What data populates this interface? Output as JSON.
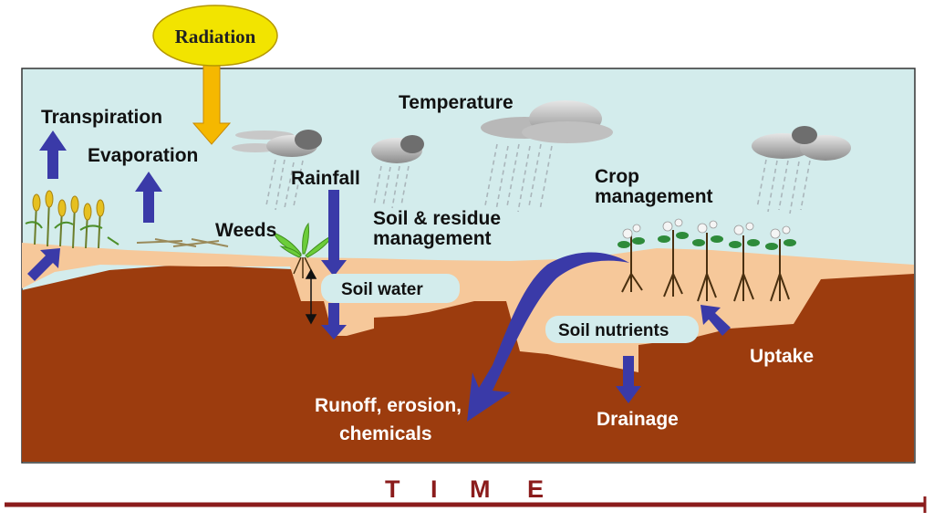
{
  "labels": {
    "radiation": "Radiation",
    "transpiration": "Transpiration",
    "evaporation": "Evaporation",
    "temperature": "Temperature",
    "rainfall": "Rainfall",
    "weeds": "Weeds",
    "soil_residue_line1": "Soil & residue",
    "soil_residue_line2": "management",
    "crop_line1": "Crop",
    "crop_line2": "management",
    "soil_water": "Soil water",
    "soil_nutrients": "Soil nutrients",
    "uptake": "Uptake",
    "runoff_line1": "Runoff, erosion,",
    "runoff_line2": "chemicals",
    "drainage": "Drainage"
  },
  "timeline": {
    "letters": [
      "T",
      "I",
      "M",
      "E"
    ]
  },
  "colors": {
    "sky": "#d3ecec",
    "topsoil": "#f6c89a",
    "subsoil": "#9c3c0e",
    "arrow": "#3a3aa8",
    "radiation": "#f2e400",
    "radiation_arrow": "#f5b800",
    "timeline": "#8b1c1c"
  }
}
